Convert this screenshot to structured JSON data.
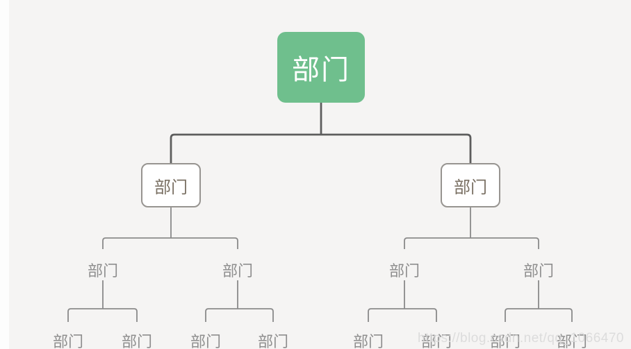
{
  "colors": {
    "bg": "#f5f4f3",
    "left_strip": "#fdfdfd",
    "root_fill": "#6fbf8d",
    "root_text": "#ffffff",
    "box_bg": "#ffffff",
    "box_border": "#979490",
    "box_text": "#7a7063",
    "leaf_text": "#8e8e8e",
    "line_dark": "#5d5d5d",
    "line_light": "#8a8a8a",
    "watermark": "#d8d8d8"
  },
  "watermark": {
    "text": "https://blog.csdn.net/qq_1066470"
  },
  "tree": {
    "root": {
      "label": "部门",
      "children": [
        {
          "label": "部门",
          "children": [
            {
              "label": "部门",
              "children": [
                {
                  "label": "部门"
                },
                {
                  "label": "部门"
                }
              ]
            },
            {
              "label": "部门",
              "children": [
                {
                  "label": "部门"
                },
                {
                  "label": "部门"
                }
              ]
            }
          ]
        },
        {
          "label": "部门",
          "children": [
            {
              "label": "部门",
              "children": [
                {
                  "label": "部门"
                },
                {
                  "label": "部门"
                }
              ]
            },
            {
              "label": "部门",
              "children": [
                {
                  "label": "部门"
                },
                {
                  "label": "部门"
                }
              ]
            }
          ]
        }
      ]
    }
  }
}
